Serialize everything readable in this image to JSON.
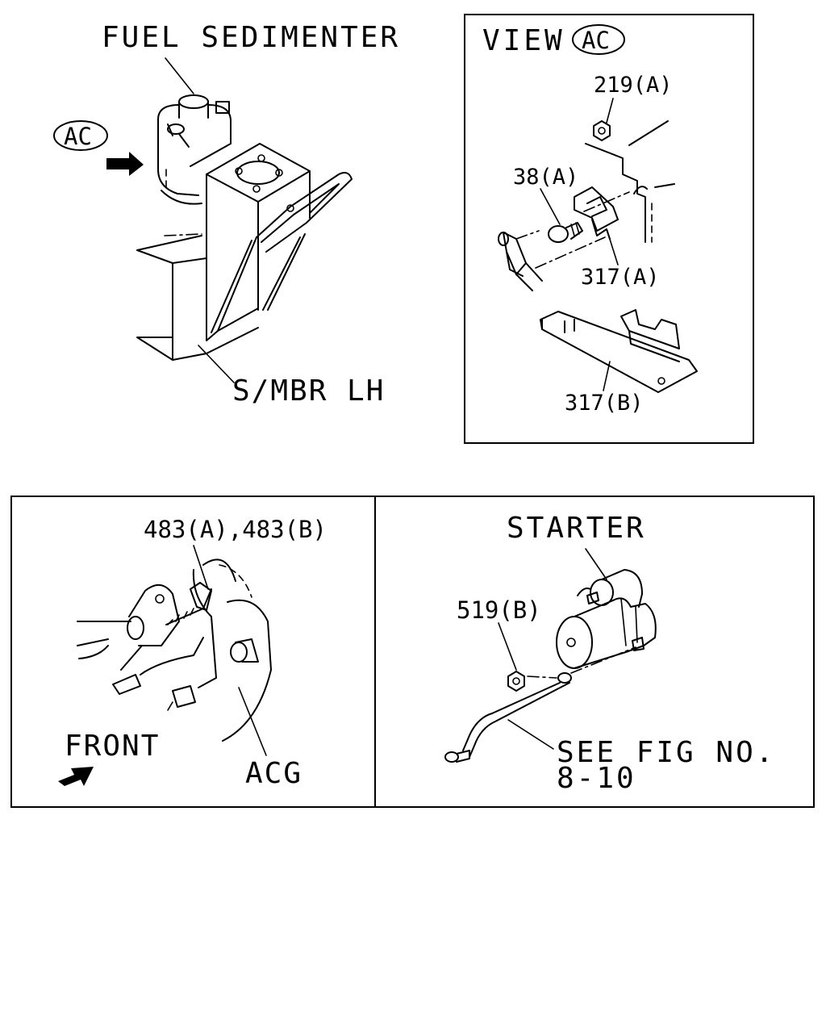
{
  "main_view": {
    "fuel_sedimenter_label": "FUEL SEDIMENTER",
    "view_marker": "AC",
    "side_member_label": "S/MBR LH"
  },
  "view_ac": {
    "title_prefix": "VIEW",
    "title_marker": "AC",
    "callouts": [
      "219(A)",
      "38(A)",
      "317(A)",
      "317(B)"
    ]
  },
  "acg_panel": {
    "callout": "483(A),483(B)",
    "front_label": "FRONT",
    "acg_label": "ACG"
  },
  "starter_panel": {
    "starter_label": "STARTER",
    "callout": "519(B)",
    "see_fig_line1": "SEE FIG NO.",
    "see_fig_line2": "8-10"
  }
}
